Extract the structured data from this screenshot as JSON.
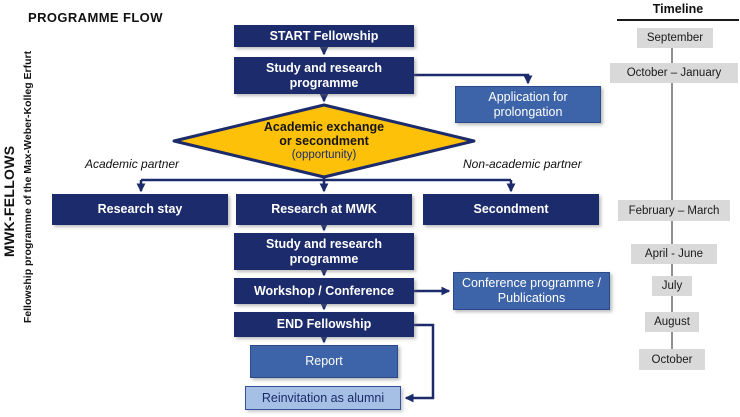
{
  "header": {
    "title": "PROGRAMME FLOW"
  },
  "sidebar": {
    "title": "MWK-FELLOWS",
    "subtitle": "Fellowship programme of the Max-Weber-Kolleg Erfurt"
  },
  "flow": {
    "start": "START Fellowship",
    "study1": "Study and research programme",
    "decision": {
      "line1": "Academic exchange",
      "line2": "or secondment",
      "line3": "(opportunity)"
    },
    "branch_left_label": "Academic partner",
    "branch_right_label": "Non-academic partner",
    "research_stay": "Research stay",
    "research_mwk": "Research at MWK",
    "secondment": "Secondment",
    "study2": "Study and research programme",
    "workshop": "Workshop / Conference",
    "end": "END Fellowship",
    "report": "Report",
    "reinvitation": "Reinvitation as alumni",
    "application": "Application for prolongation",
    "conference": "Conference programme / Publications"
  },
  "timeline": {
    "title": "Timeline",
    "items": [
      "September",
      "October – January",
      "February – March",
      "April - June",
      "July",
      "August",
      "October"
    ]
  },
  "colors": {
    "navy": "#1c2b6b",
    "medium_blue": "#3d64a8",
    "light_blue": "#a6bfe4",
    "gold": "#fdc10a",
    "gray_box": "#d9d9d9",
    "timeline_line": "#8f8f8f"
  }
}
